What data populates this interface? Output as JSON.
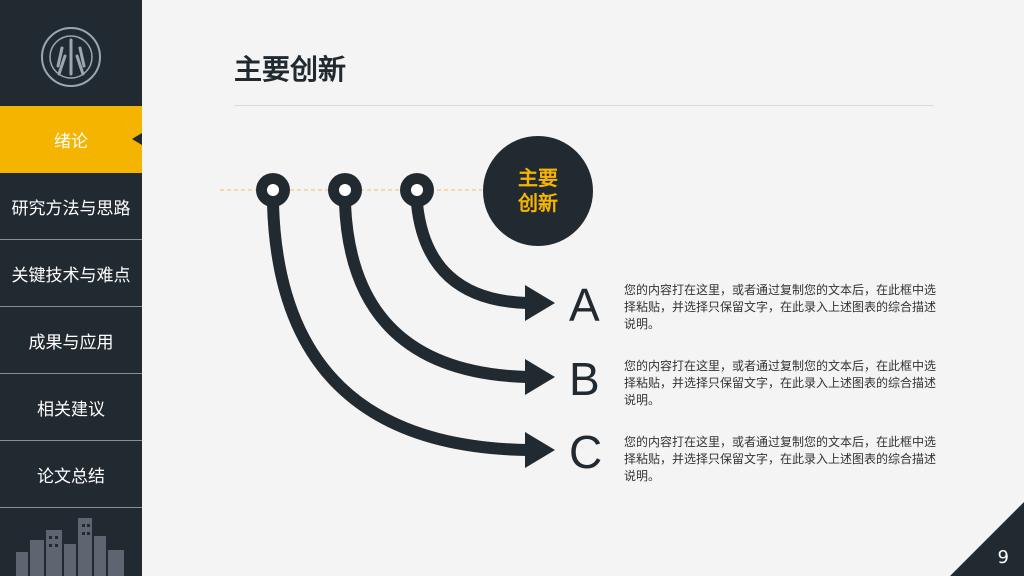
{
  "sidebar": {
    "logo_icon": "university-seal-icon",
    "items": [
      {
        "label": "绪论",
        "active": true
      },
      {
        "label": "研究方法与思路",
        "active": false
      },
      {
        "label": "关键技术与难点",
        "active": false
      },
      {
        "label": "成果与应用",
        "active": false
      },
      {
        "label": "相关建议",
        "active": false
      },
      {
        "label": "论文总结",
        "active": false
      }
    ],
    "footer_icon": "city-skyline-icon"
  },
  "main": {
    "title": "主要创新",
    "center_label": "主要\n创新",
    "center_label_lines": [
      "主要",
      "创新"
    ],
    "items": [
      {
        "letter": "A",
        "text": "您的内容打在这里，或者通过复制您的文本后，在此框中选择粘贴，并选择只保留文字，在此录入上述图表的综合描述说明。"
      },
      {
        "letter": "B",
        "text": "您的内容打在这里，或者通过复制您的文本后，在此框中选择粘贴，并选择只保留文字，在此录入上述图表的综合描述说明。"
      },
      {
        "letter": "C",
        "text": "您的内容打在这里，或者通过复制您的文本后，在此框中选择粘贴，并选择只保留文字，在此录入上述图表的综合描述说明。"
      }
    ]
  },
  "page_number": "9",
  "colors": {
    "accent": "#f5b400",
    "dark": "#222a31",
    "background": "#f4f4f4"
  }
}
